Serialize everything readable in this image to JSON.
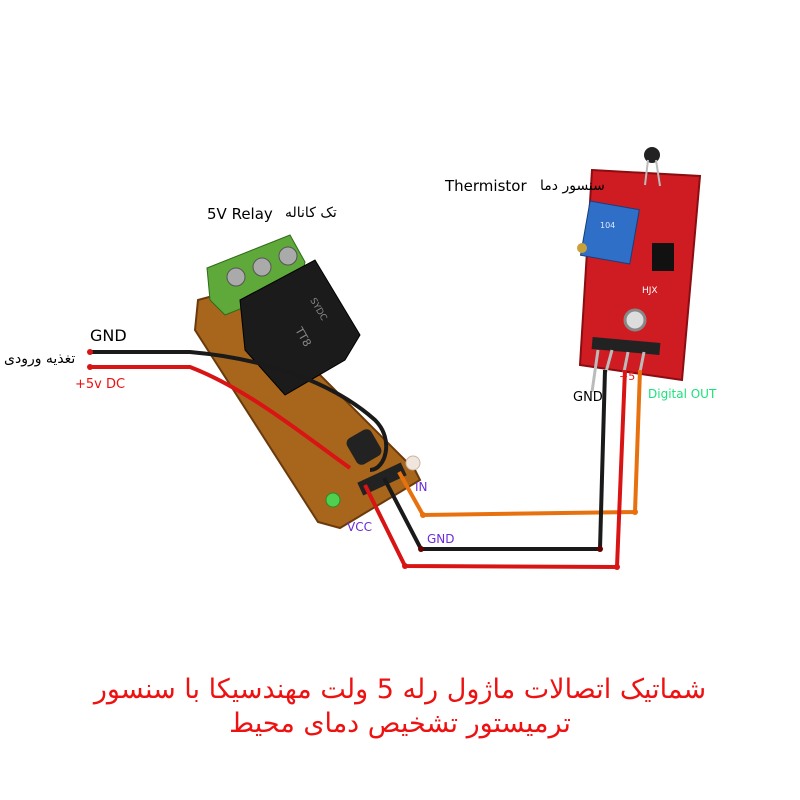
{
  "labels": {
    "input_gnd": "GND",
    "input_power_fa": "تغذیه ورودی",
    "input_5v": "+5v DC",
    "relay_name": "5V Relay",
    "relay_channel_fa": "تک کاناله",
    "sensor_name": "Thermistor",
    "sensor_fa": "سنسور دما",
    "sensor_gnd": "GND",
    "sensor_5v": "+5",
    "sensor_out": "Digital  OUT",
    "relay_in": "IN",
    "relay_vcc": "VCC",
    "relay_gnd": "GND"
  },
  "title": {
    "line1": "شماتیک اتصالات ماژول رله 5 ولت مهندسیکا با سنسور",
    "line2": "ترمیستور تشخیص دمای محیط"
  },
  "board_text": {
    "relay_part": "TT8",
    "relay_brand": "SYDC",
    "sensor_chip_mark": "HJX",
    "pot_mark": "104"
  },
  "colors": {
    "title": "#ee1111",
    "pin_label": "#6a2bd9",
    "digital_out": "#19e27a",
    "wire_red": "#d81414",
    "wire_black": "#1a1a1a",
    "wire_orange": "#e8710f"
  }
}
